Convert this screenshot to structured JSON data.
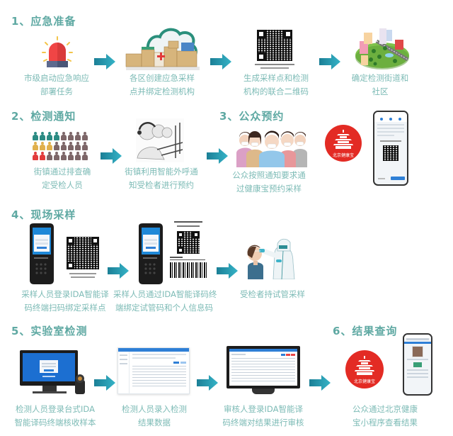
{
  "colors": {
    "heading": "#5fa9a3",
    "caption": "#7dbbb6",
    "arrow": "#2a9fb6",
    "arrow_dark": "#1b7f96",
    "beijing_red": "#e32b24",
    "screen_blue": "#2e7fd6"
  },
  "sections": [
    {
      "title": "1、应急准备",
      "steps": [
        {
          "icon": "alarm-light-icon",
          "caption_line1": "市级启动应急响应",
          "caption_line2": "部署任务"
        },
        {
          "icon": "sampling-site-icon",
          "caption_line1": "各区创建应急采样",
          "caption_line2": "点并绑定检测机构"
        },
        {
          "icon": "qr-code-icon",
          "caption_line1": "生成采样点和检测",
          "caption_line2": "机构的联合二维码"
        },
        {
          "icon": "community-map-icon",
          "caption_line1": "确定检测街道和",
          "caption_line2": "社区"
        }
      ]
    },
    {
      "title": "2、检测通知",
      "steps": [
        {
          "icon": "people-grid-icon",
          "caption_line1": "街镇通过排查确",
          "caption_line2": "定受检人员"
        },
        {
          "icon": "call-center-icon",
          "caption_line1": "街镇利用智能外呼通",
          "caption_line2": "知受检者进行预约"
        }
      ]
    },
    {
      "title": "3、公众预约",
      "steps": [
        {
          "icon": "masked-public-icon",
          "caption_line1": "公众按照通知要求通",
          "caption_line2": "过健康宝预约采样"
        },
        {
          "icon": "beijing-health-kit-logo",
          "logo_text": "北京健康宝"
        },
        {
          "icon": "phone-booking-screen-icon"
        }
      ]
    },
    {
      "title": "4、现场采样",
      "steps": [
        {
          "icon": "ida-handheld-terminal-icon",
          "caption_line1": "采样人员登录IDA智能译",
          "caption_line2": "码终端扫码绑定采样点"
        },
        {
          "icon": "ida-terminal-tube-barcode-icon",
          "caption_line1": "采样人员通过IDA智能译码终",
          "caption_line2": "端绑定试管码和个人信息码"
        },
        {
          "icon": "swab-sampling-icon",
          "caption_line1": "受检者持试管采样",
          "caption_line2": ""
        }
      ]
    },
    {
      "title": "5、实验室检测",
      "steps": [
        {
          "icon": "desktop-ida-terminal-icon",
          "caption_line1": "检测人员登录台式IDA",
          "caption_line2": "智能译码终端核收样本"
        },
        {
          "icon": "results-entry-table-icon",
          "caption_line1": "检测人员录入检测",
          "caption_line2": "结果数据"
        },
        {
          "icon": "review-monitor-icon",
          "caption_line1": "审核人登录IDA智能译",
          "caption_line2": "码终端对结果进行审核"
        }
      ]
    },
    {
      "title": "6、结果查询",
      "steps": [
        {
          "icon": "beijing-health-kit-logo",
          "logo_text": "北京健康宝"
        },
        {
          "icon": "phone-result-screen-icon",
          "caption_line1": "公众通过北京健康",
          "caption_line2": "宝小程序查看结果"
        }
      ]
    }
  ]
}
